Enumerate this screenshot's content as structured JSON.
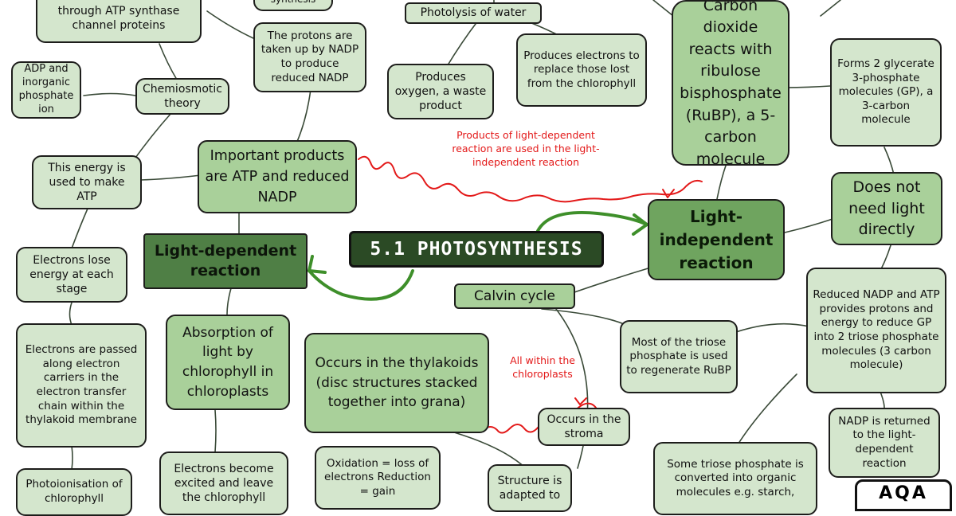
{
  "title": "5.1 PHOTOSYNTHESIS",
  "logo": "AQA",
  "nodes": {
    "channel": "through ATP synthase channel proteins",
    "synthesis": "synthesis",
    "photolysis": "Photolysis of water",
    "protons_nadp": "The protons are taken up by NADP to produce reduced NADP",
    "adp": "ADP and inorganic phosphate ion",
    "chemiosmotic": "Chemiosmotic theory",
    "produces_oxygen": "Produces oxygen, a waste product",
    "produces_electrons": "Produces electrons to replace those lost from the chlorophyll",
    "energy_atp": "This energy is used to make ATP",
    "products": "Important products are ATP and reduced NADP",
    "light_dependent": "Light-dependent reaction",
    "electrons_lose": "Electrons lose energy at each stage",
    "electrons_passed": "Electrons are passed along electron carriers in the electron transfer chain within the thylakoid membrane",
    "absorption": "Absorption of light by chlorophyll in chloroplasts",
    "thylakoids": "Occurs in the thylakoids (disc structures stacked together into grana)",
    "photoionisation": "Photoionisation of chlorophyll",
    "excited": "Electrons become excited and leave the chlorophyll",
    "oxidation": "Oxidation = loss of electrons Reduction = gain",
    "structure": "Structure is adapted to",
    "calvin": "Calvin cycle",
    "stroma": "Occurs in the stroma",
    "most_triose": "Most of the triose phosphate is used to regenerate RuBP",
    "some_triose": "Some triose phosphate is converted into organic molecules e.g. starch,",
    "light_independent": "Light-independent reaction",
    "co2": "Carbon dioxide reacts with ribulose bisphosphate (RuBP), a 5-carbon molecule",
    "gp": "Forms 2 glycerate 3-phosphate molecules (GP), a 3-carbon molecule",
    "no_light": "Does not need light directly",
    "reduced_nadp": "Reduced NADP and ATP provides protons and energy to reduce GP into 2 triose phosphate molecules (3 carbon molecule)",
    "nadp_returned": "NADP is returned to the light-dependent reaction"
  },
  "notes": {
    "products_used": "Products of light-dependent reaction are used in the light-independent reaction",
    "chloroplasts": "All within the chloroplasts"
  },
  "colors": {
    "level1": "#d4e6cd",
    "level2": "#a9d09a",
    "level3": "#6fa45f",
    "title_bg": "#2b4a25",
    "arrow": "#3e8f2a",
    "annotation": "#e31919"
  }
}
